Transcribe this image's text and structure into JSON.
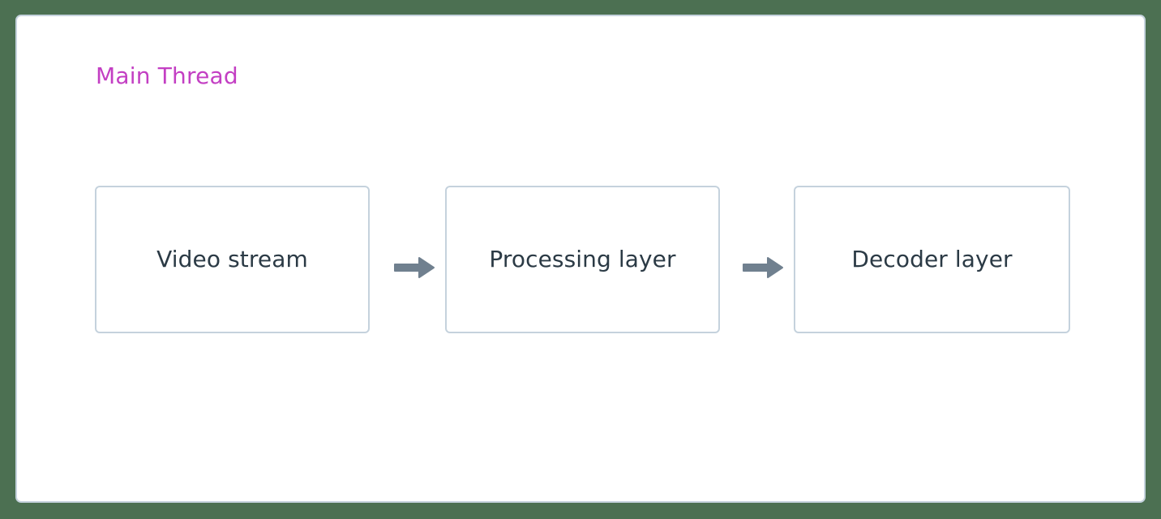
{
  "panel": {
    "title": "Main Thread",
    "title_color": "#C33FC3",
    "border_color": "#C5D2DD",
    "background_color": "#FFFFFF"
  },
  "canvas": {
    "background_color": "#4C7052"
  },
  "nodes": [
    {
      "id": "video-stream",
      "label": "Video stream",
      "border_color": "#C5D2DD",
      "text_color": "#2B3A45"
    },
    {
      "id": "processing-layer",
      "label": "Processing layer",
      "border_color": "#C5D2DD",
      "text_color": "#2B3A45"
    },
    {
      "id": "decoder-layer",
      "label": "Decoder layer",
      "border_color": "#C5D2DD",
      "text_color": "#2B3A45"
    }
  ],
  "edges": [
    {
      "id": "video-to-processing",
      "from": "video-stream",
      "to": "processing-layer",
      "label": "",
      "color": "#70808F",
      "icon": "arrow-right-icon"
    },
    {
      "id": "processing-to-decoder",
      "from": "processing-layer",
      "to": "decoder-layer",
      "label": "",
      "color": "#70808F",
      "icon": "arrow-right-icon"
    }
  ]
}
